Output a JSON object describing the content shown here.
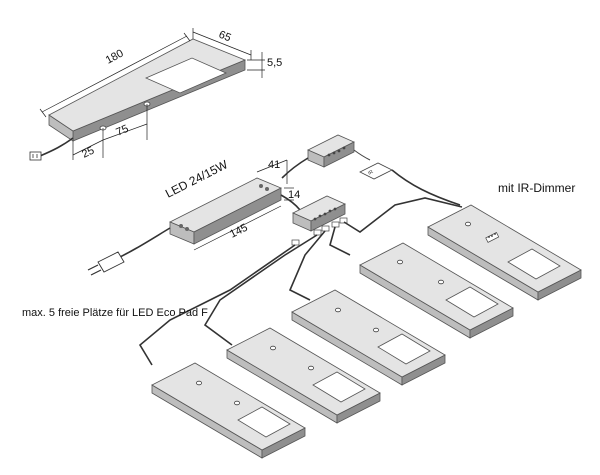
{
  "dimensions": {
    "length": "180",
    "width": "65",
    "height": "5,5",
    "hole_offset": "25",
    "hole_spacing": "75",
    "driver_width": "41",
    "driver_height": "14",
    "driver_length": "145"
  },
  "labels": {
    "driver": "LED 24/15W",
    "dimmer": "mit IR-Dimmer",
    "free_slots": "max. 5 freie Plätze für LED Eco Pad F"
  }
}
